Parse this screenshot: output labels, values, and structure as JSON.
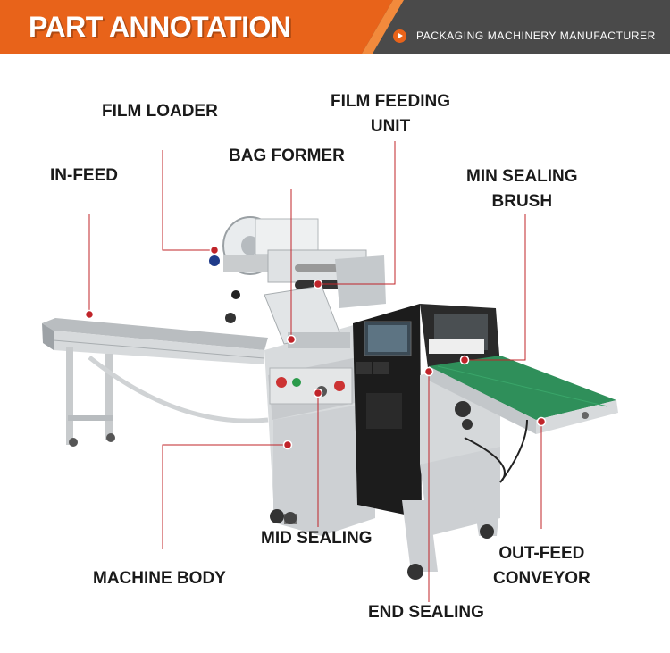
{
  "header": {
    "title": "PART ANNOTATION",
    "tagline": "PACKAGING MACHINERY MANUFACTURER",
    "icon": "play-circle-icon"
  },
  "colors": {
    "accent": "#e8631a",
    "banner_dark": "#3a3a3a",
    "leader_line": "#c0242a",
    "machine_body": "#cfd2d4",
    "control_box": "#1c1c1c",
    "conveyor_belt": "#2f8f5a"
  },
  "annotations": {
    "film_loader": "FILM LOADER",
    "film_feeding_unit_1": "FILM FEEDING",
    "film_feeding_unit_2": "UNIT",
    "bag_former": "BAG FORMER",
    "in_feed": "IN-FEED",
    "min_sealing_brush_1": "MIN SEALING",
    "min_sealing_brush_2": "BRUSH",
    "mid_sealing": "MID SEALING",
    "machine_body": "MACHINE BODY",
    "out_feed_conveyor_1": "OUT-FEED",
    "out_feed_conveyor_2": "CONVEYOR",
    "end_sealing": "END SEALING"
  }
}
